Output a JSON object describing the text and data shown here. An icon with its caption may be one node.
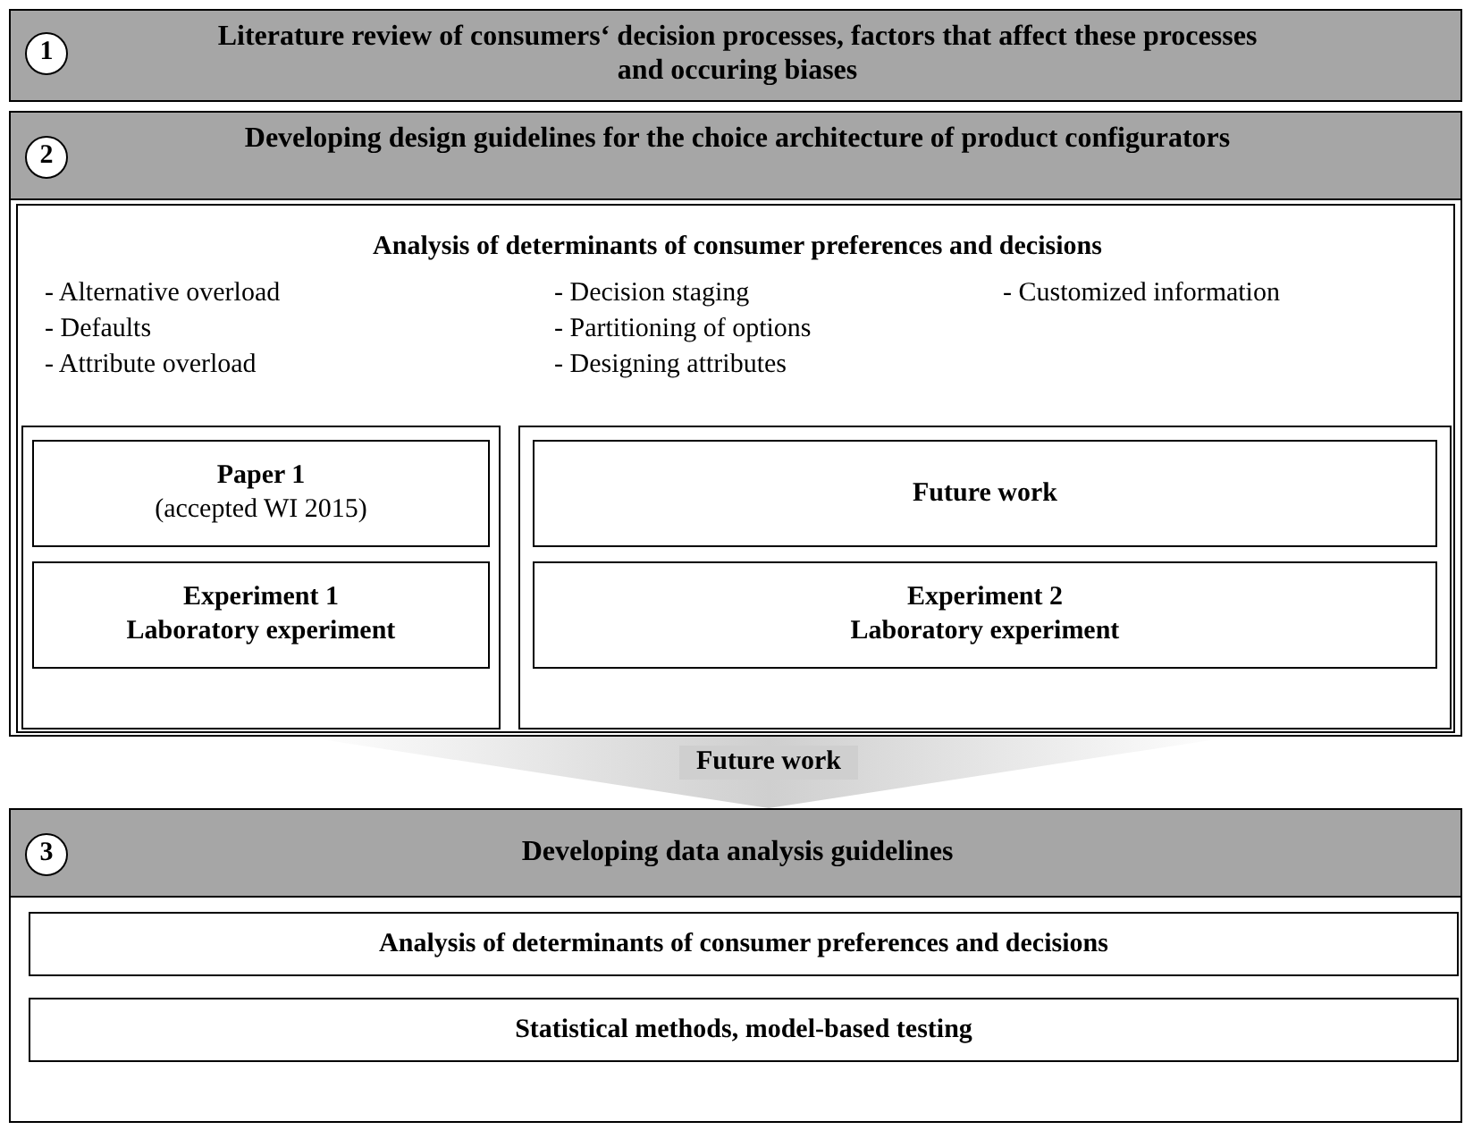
{
  "diagram": {
    "nodes": [
      {
        "text": [
          "Literature review of consumers‘ decision processes, factors that affect these processes and occuring biases"
        ]
      },
      {
        "text": [
          "1"
        ],
        "in": 0
      },
      {
        "text": [
          "Developing design guidelines for the choice architecture of product configurators"
        ]
      },
      {
        "text": [
          "2"
        ],
        "in": 2
      },
      {
        "text": [
          "Analysis of determinants of consumer preferences and decisions",
          "- Alternative overload",
          "- Defaults",
          "- Attribute overload",
          "- Decision staging",
          "- Partitioning of options",
          "- Designing attributes",
          "- Customized information"
        ],
        "in": 2
      },
      {
        "text": [],
        "shape": "box",
        "in": 4
      },
      {
        "text": [
          "Paper 1",
          "(accepted WI 2015)"
        ],
        "in": 5
      },
      {
        "text": [
          "Experiment 1",
          "Laboratory experiment"
        ],
        "in": 5
      },
      {
        "text": [],
        "shape": "box",
        "in": 4
      },
      {
        "text": [
          "Future work"
        ],
        "in": 8
      },
      {
        "text": [
          "Experiment 2",
          "Laboratory experiment"
        ],
        "in": 8
      },
      {
        "text": [
          "Developing data analysis guidelines"
        ]
      },
      {
        "text": [
          "3"
        ],
        "in": 11
      },
      {
        "text": [
          "Analysis of determinants of consumer preferences and decisions"
        ],
        "in": 11
      },
      {
        "text": [
          "Statistical methods, model-based testing"
        ],
        "in": 11
      }
    ],
    "edges": [
      {
        "from": 2,
        "to": 11,
        "arrow": "to",
        "label": "Future work"
      }
    ]
  }
}
